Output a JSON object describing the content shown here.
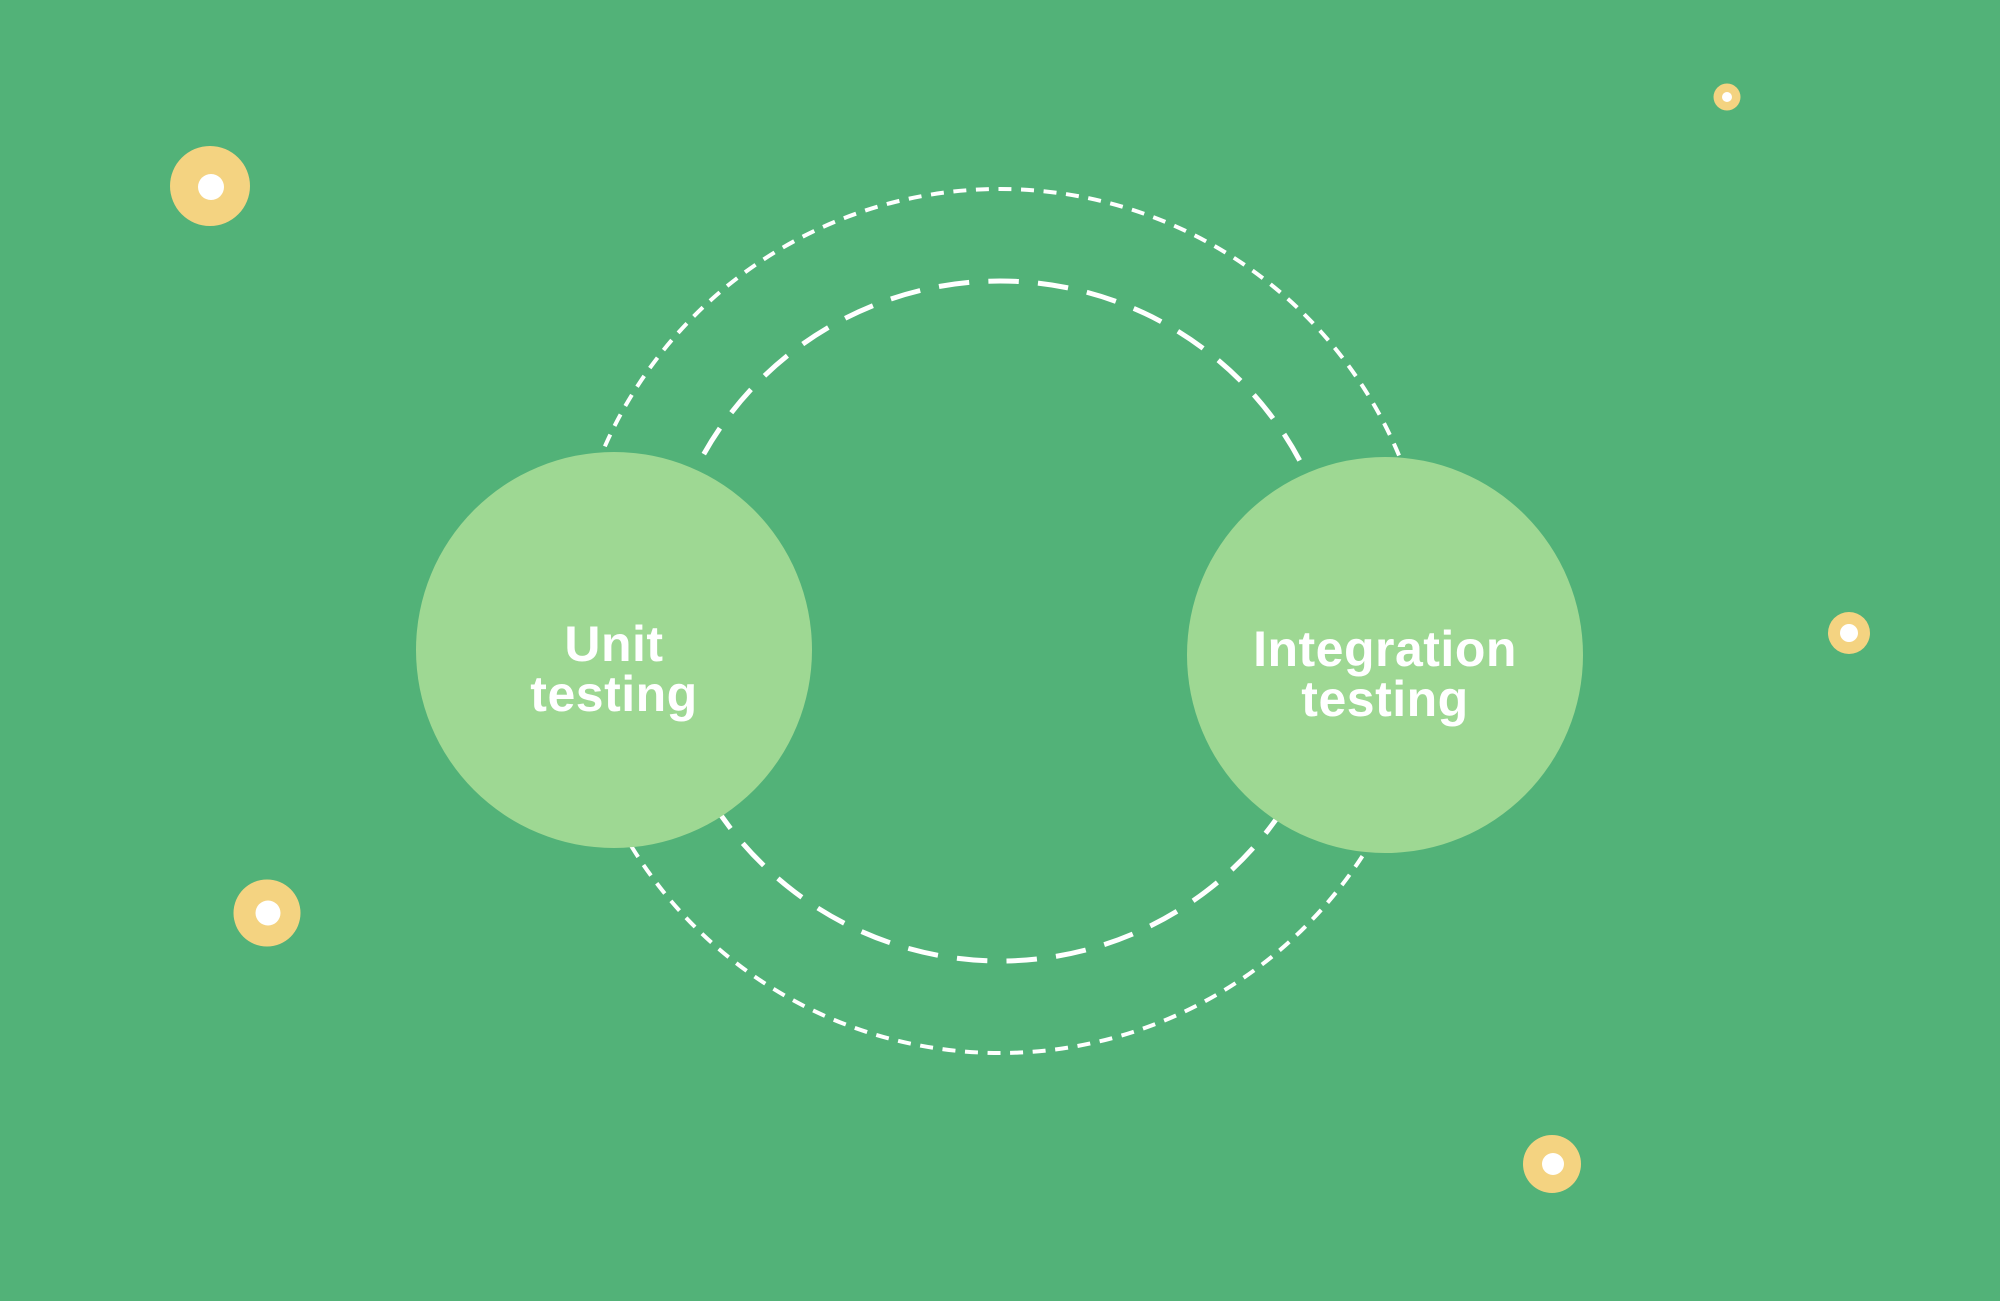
{
  "diagram": {
    "kind": "two-node cycle diagram",
    "nodes": [
      {
        "label": "Unit testing",
        "line1": "Unit",
        "line2": "testing"
      },
      {
        "label": "Integration testing",
        "line1": "Integration",
        "line2": "testing"
      }
    ],
    "rings": [
      {
        "name": "outer-dotted-ring",
        "style": "short white dashes"
      },
      {
        "name": "inner-dashed-ring",
        "style": "long white dashes"
      }
    ],
    "decorations": "five yellow dots with white centers scattered on background"
  },
  "colors": {
    "background": "#52B278",
    "node_fill": "#9ED893",
    "ring_stroke": "#FFFFFF",
    "dot_fill": "#F4D381",
    "dot_center": "#FFFFFF",
    "label_text": "#FFFFFF"
  }
}
